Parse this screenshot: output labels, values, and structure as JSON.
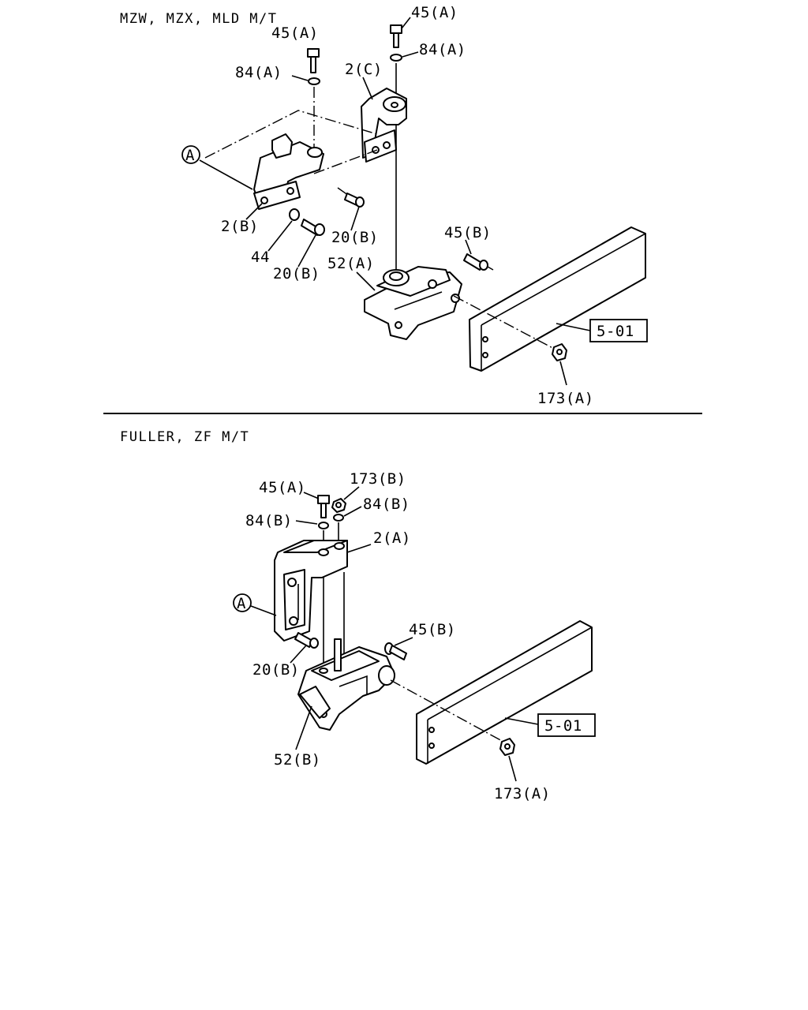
{
  "sections": {
    "top": {
      "header": "MZW, MZX, MLD  M/T",
      "labels": {
        "bolt_45a_right": "45(A)",
        "washer_84a_right": "84(A)",
        "bolt_45a_left": "45(A)",
        "washer_84a_left": "84(A)",
        "bracket_2c": "2(C)",
        "ref_a": "A",
        "bracket_2b": "2(B)",
        "washer_44": "44",
        "bolt_20b_lower": "20(B)",
        "bolt_20b_mid": "20(B)",
        "mount_52a": "52(A)",
        "bolt_45b": "45(B)",
        "ref_501": "5-01",
        "nut_173a": "173(A)"
      }
    },
    "bottom": {
      "header": "FULLER, ZF  M/T",
      "labels": {
        "bolt_45a": "45(A)",
        "nut_173b": "173(B)",
        "washer_84b_right": "84(B)",
        "washer_84b_left": "84(B)",
        "bracket_2a": "2(A)",
        "ref_a": "A",
        "bolt_20b": "20(B)",
        "bolt_45b": "45(B)",
        "mount_52b": "52(B)",
        "ref_501": "5-01",
        "nut_173a": "173(A)"
      }
    }
  }
}
